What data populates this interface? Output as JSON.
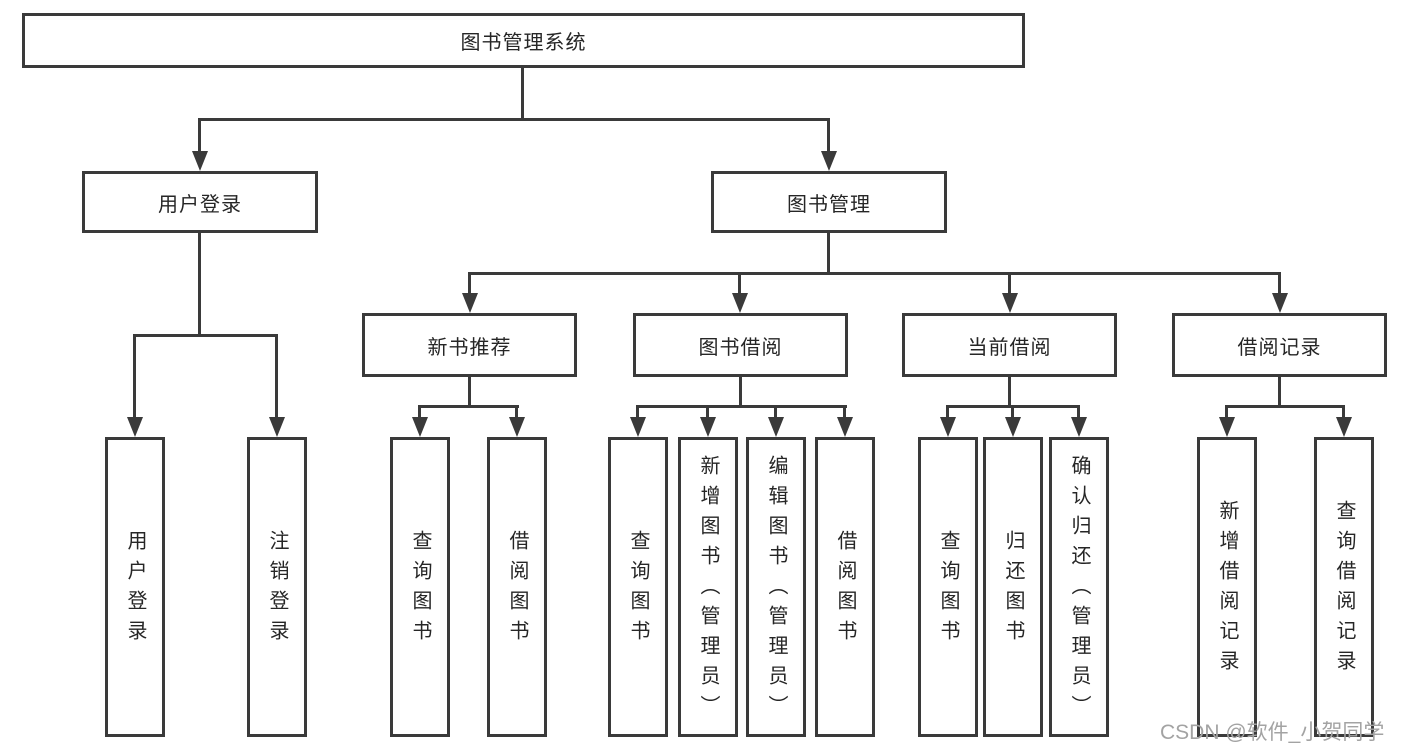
{
  "tree": {
    "root": {
      "label": "图书管理系统"
    },
    "branches": [
      {
        "label": "用户登录",
        "children": [
          {
            "label": "用户登录"
          },
          {
            "label": "注销登录"
          }
        ]
      },
      {
        "label": "图书管理",
        "children": [
          {
            "label": "新书推荐",
            "children": [
              {
                "label": "查询图书"
              },
              {
                "label": "借阅图书"
              }
            ]
          },
          {
            "label": "图书借阅",
            "children": [
              {
                "label": "查询图书"
              },
              {
                "label": "新增图书（管理员）"
              },
              {
                "label": "编辑图书（管理员）"
              },
              {
                "label": "借阅图书"
              }
            ]
          },
          {
            "label": "当前借阅",
            "children": [
              {
                "label": "查询图书"
              },
              {
                "label": "归还图书"
              },
              {
                "label": "确认归还（管理员）"
              }
            ]
          },
          {
            "label": "借阅记录",
            "children": [
              {
                "label": "新增借阅记录"
              },
              {
                "label": "查询借阅记录"
              }
            ]
          }
        ]
      }
    ]
  },
  "watermark": "CSDN @软件_小贺同学",
  "colors": {
    "line": "#3a3a3a",
    "text": "#262626",
    "background": "#ffffff",
    "watermark": "#a3a3a3"
  }
}
